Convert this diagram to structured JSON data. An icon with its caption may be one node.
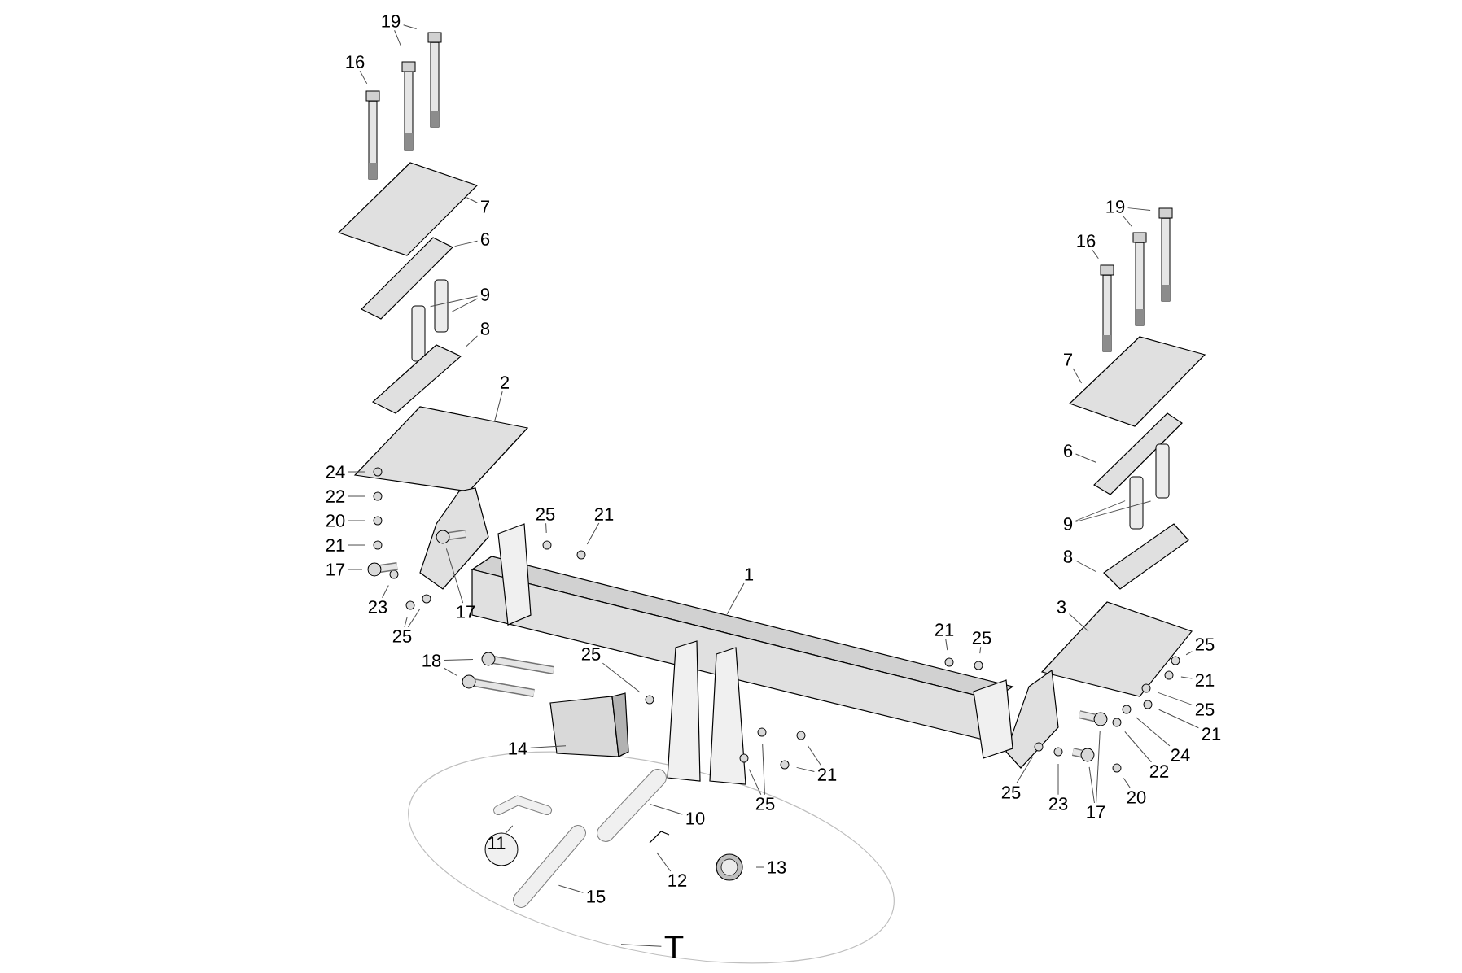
{
  "diagram": {
    "nodes": [
      {
        "text": [
          "19"
        ]
      },
      {
        "text": [
          "16"
        ]
      },
      {
        "text": [
          "7"
        ]
      },
      {
        "text": [
          "6"
        ]
      },
      {
        "text": [
          "9"
        ]
      },
      {
        "text": [
          "8"
        ]
      },
      {
        "text": [
          "2"
        ]
      },
      {
        "text": [
          "24"
        ]
      },
      {
        "text": [
          "22"
        ]
      },
      {
        "text": [
          "20"
        ]
      },
      {
        "text": [
          "17"
        ]
      },
      {
        "text": [
          "21"
        ]
      },
      {
        "text": [
          "23"
        ]
      },
      {
        "text": [
          "25"
        ]
      },
      {
        "text": [
          "17"
        ]
      },
      {
        "text": [
          "25"
        ]
      },
      {
        "text": [
          "21"
        ]
      },
      {
        "text": [
          "19"
        ]
      },
      {
        "text": [
          "16"
        ]
      },
      {
        "text": [
          "7"
        ]
      },
      {
        "text": [
          "6"
        ]
      },
      {
        "text": [
          "9"
        ]
      },
      {
        "text": [
          "8"
        ]
      },
      {
        "text": [
          "3"
        ]
      },
      {
        "text": [
          "25"
        ]
      },
      {
        "text": [
          "21"
        ]
      },
      {
        "text": [
          "25"
        ]
      },
      {
        "text": [
          "21"
        ]
      },
      {
        "text": [
          "24"
        ]
      },
      {
        "text": [
          "22"
        ]
      },
      {
        "text": [
          "20"
        ]
      },
      {
        "text": [
          "17"
        ]
      },
      {
        "text": [
          "23"
        ]
      },
      {
        "text": [
          "25"
        ]
      },
      {
        "text": [
          "21"
        ]
      },
      {
        "text": [
          "25"
        ]
      },
      {
        "text": [
          "1"
        ]
      },
      {
        "text": [
          "25"
        ]
      },
      {
        "text": [
          "18"
        ]
      },
      {
        "text": [
          "14"
        ]
      },
      {
        "text": [
          "21"
        ]
      },
      {
        "text": [
          "25"
        ]
      },
      {
        "text": [
          "10"
        ]
      },
      {
        "text": [
          "11"
        ]
      },
      {
        "text": [
          "12"
        ]
      },
      {
        "text": [
          "13"
        ]
      },
      {
        "text": [
          "15"
        ]
      },
      {
        "text": [
          "T"
        ]
      }
    ],
    "edges": [
      {
        "from": 0,
        "to": null,
        "arrow": "none"
      },
      {
        "from": 0,
        "to": null,
        "arrow": "none"
      },
      {
        "from": 1,
        "to": null,
        "arrow": "none"
      },
      {
        "from": 2,
        "to": null,
        "arrow": "none"
      },
      {
        "from": 3,
        "to": null,
        "arrow": "none"
      },
      {
        "from": 4,
        "to": null,
        "arrow": "none"
      },
      {
        "from": 4,
        "to": null,
        "arrow": "none"
      },
      {
        "from": 5,
        "to": null,
        "arrow": "none"
      },
      {
        "from": 6,
        "to": null,
        "arrow": "none"
      },
      {
        "from": 7,
        "to": null,
        "arrow": "none"
      },
      {
        "from": 8,
        "to": null,
        "arrow": "none"
      },
      {
        "from": 9,
        "to": null,
        "arrow": "none"
      },
      {
        "from": 10,
        "to": null,
        "arrow": "none"
      },
      {
        "from": 11,
        "to": null,
        "arrow": "none"
      },
      {
        "from": 12,
        "to": null,
        "arrow": "none"
      },
      {
        "from": 13,
        "to": null,
        "arrow": "none"
      },
      {
        "from": 13,
        "to": null,
        "arrow": "none"
      },
      {
        "from": 14,
        "to": null,
        "arrow": "none"
      },
      {
        "from": 15,
        "to": null,
        "arrow": "none"
      },
      {
        "from": 16,
        "to": null,
        "arrow": "none"
      },
      {
        "from": 17,
        "to": null,
        "arrow": "none"
      },
      {
        "from": 17,
        "to": null,
        "arrow": "none"
      },
      {
        "from": 18,
        "to": null,
        "arrow": "none"
      },
      {
        "from": 19,
        "to": null,
        "arrow": "none"
      },
      {
        "from": 20,
        "to": null,
        "arrow": "none"
      },
      {
        "from": 21,
        "to": null,
        "arrow": "none"
      },
      {
        "from": 21,
        "to": null,
        "arrow": "none"
      },
      {
        "from": 22,
        "to": null,
        "arrow": "none"
      },
      {
        "from": 23,
        "to": null,
        "arrow": "none"
      },
      {
        "from": 24,
        "to": null,
        "arrow": "none"
      },
      {
        "from": 25,
        "to": null,
        "arrow": "none"
      },
      {
        "from": 26,
        "to": null,
        "arrow": "none"
      },
      {
        "from": 27,
        "to": null,
        "arrow": "none"
      },
      {
        "from": 28,
        "to": null,
        "arrow": "none"
      },
      {
        "from": 29,
        "to": null,
        "arrow": "none"
      },
      {
        "from": 30,
        "to": null,
        "arrow": "none"
      },
      {
        "from": 31,
        "to": null,
        "arrow": "none"
      },
      {
        "from": 31,
        "to": null,
        "arrow": "none"
      },
      {
        "from": 32,
        "to": null,
        "arrow": "none"
      },
      {
        "from": 33,
        "to": null,
        "arrow": "none"
      },
      {
        "from": 34,
        "to": null,
        "arrow": "none"
      },
      {
        "from": 35,
        "to": null,
        "arrow": "none"
      },
      {
        "from": 36,
        "to": null,
        "arrow": "none"
      },
      {
        "from": 37,
        "to": null,
        "arrow": "none"
      },
      {
        "from": 38,
        "to": null,
        "arrow": "none"
      },
      {
        "from": 38,
        "to": null,
        "arrow": "none"
      },
      {
        "from": 39,
        "to": null,
        "arrow": "none"
      },
      {
        "from": 40,
        "to": null,
        "arrow": "none"
      },
      {
        "from": 40,
        "to": null,
        "arrow": "none"
      },
      {
        "from": 41,
        "to": null,
        "arrow": "none"
      },
      {
        "from": 41,
        "to": null,
        "arrow": "none"
      },
      {
        "from": 42,
        "to": null,
        "arrow": "none"
      },
      {
        "from": 43,
        "to": null,
        "arrow": "none"
      },
      {
        "from": 44,
        "to": null,
        "arrow": "none"
      },
      {
        "from": 45,
        "to": null,
        "arrow": "none"
      },
      {
        "from": 46,
        "to": null,
        "arrow": "none"
      },
      {
        "from": 47,
        "to": null,
        "arrow": "none"
      }
    ]
  }
}
